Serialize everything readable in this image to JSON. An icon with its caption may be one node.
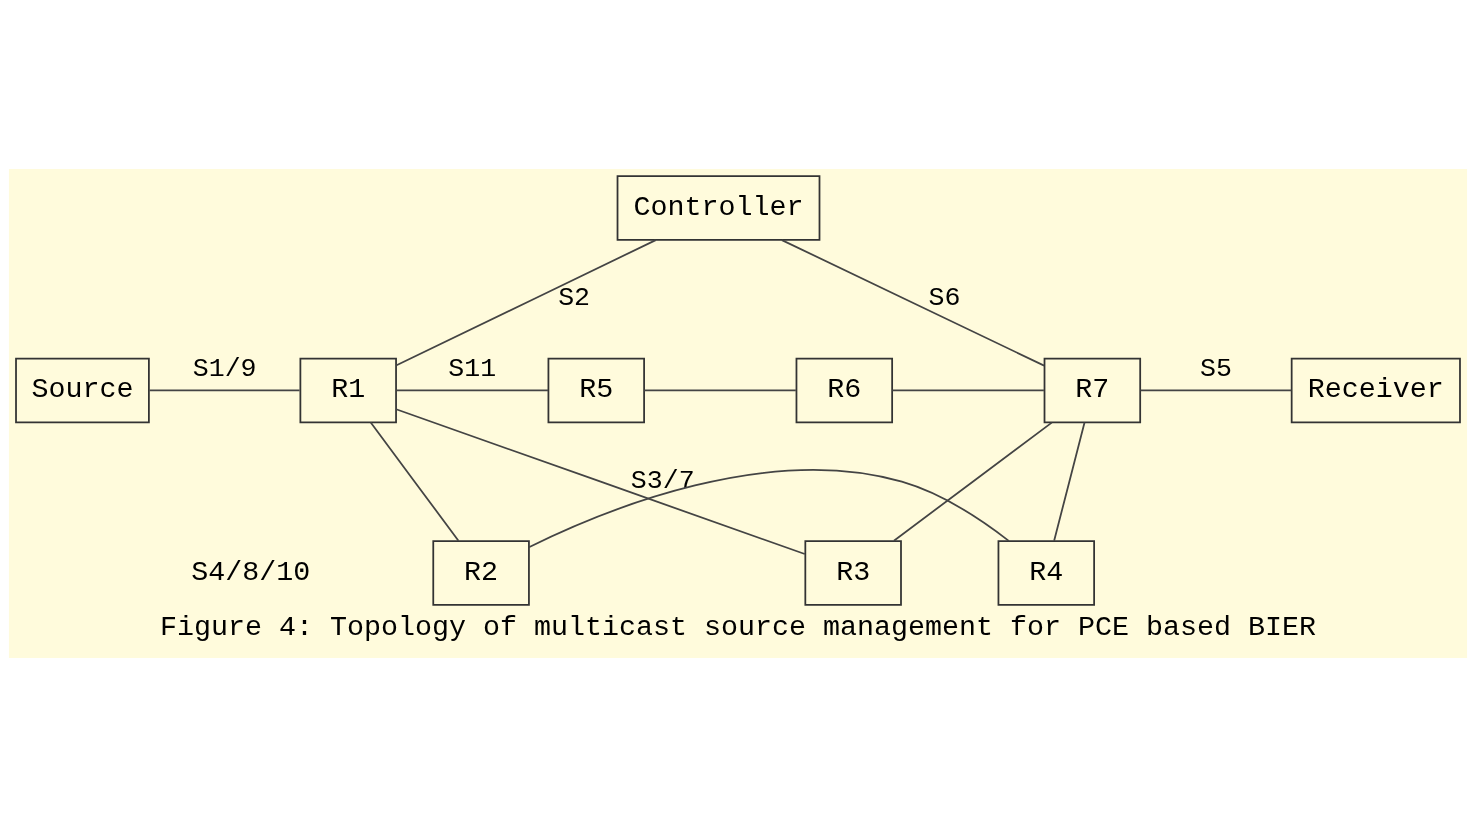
{
  "diagram": {
    "caption": "Figure 4: Topology of multicast source management for PCE based BIER",
    "nodes": [
      {
        "text": [
          "Controller"
        ]
      },
      {
        "text": [
          "R3"
        ]
      },
      {
        "text": [
          "Source"
        ]
      },
      {
        "text": [
          "R1"
        ]
      },
      {
        "text": [
          "R5"
        ]
      },
      {
        "text": [
          "R6"
        ]
      },
      {
        "text": [
          "R7"
        ]
      },
      {
        "text": [
          "Receiver"
        ]
      },
      {
        "text": [
          "R2"
        ]
      },
      {
        "text": [
          "R4"
        ]
      }
    ],
    "edges": [
      {
        "from": 0,
        "to": 3,
        "arrow": "none",
        "label": "S2"
      },
      {
        "from": 0,
        "to": 6,
        "arrow": "none",
        "label": "S6"
      },
      {
        "from": 3,
        "to": 1,
        "arrow": "none",
        "label": "S3/7"
      },
      {
        "from": 1,
        "to": 6,
        "arrow": "none"
      },
      {
        "from": 2,
        "to": 3,
        "arrow": "none",
        "label": "S1/9"
      },
      {
        "from": 3,
        "to": 4,
        "arrow": "none",
        "label": "S11"
      },
      {
        "from": 4,
        "to": 5,
        "arrow": "none"
      },
      {
        "from": 5,
        "to": 6,
        "arrow": "none"
      },
      {
        "from": 6,
        "to": 7,
        "arrow": "none",
        "label": "S5"
      },
      {
        "from": 3,
        "to": 8,
        "arrow": "none"
      },
      {
        "from": 8,
        "to": 9,
        "arrow": "none"
      },
      {
        "from": 9,
        "to": 6,
        "arrow": "none"
      }
    ],
    "labels": [
      "S4/8/10"
    ]
  }
}
